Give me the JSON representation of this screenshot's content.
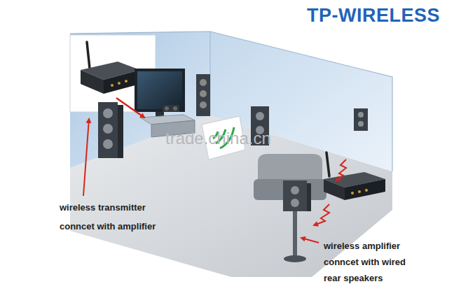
{
  "diagram": {
    "labels": [
      "TP-WIRELESS",
      "trade.china.cn",
      "wireless transmitter conncet with amplifier",
      "wireless amplifier conncet with wired rear speakers"
    ]
  }
}
